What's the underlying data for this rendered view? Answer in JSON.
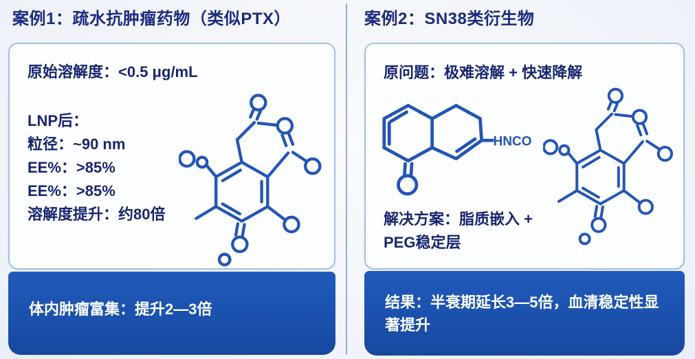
{
  "panel1": {
    "title": "案例1：疏水抗肿瘤药物（类似PTX）",
    "lines": [
      "原始溶解度：<0.5 μg/mL",
      "LNP后：",
      "粒径：~90 nm",
      "EE%：>85%",
      "EE%：>85%",
      "溶解度提升：约80倍"
    ],
    "footer": "体内肿瘤富集：提升2—3倍"
  },
  "panel2": {
    "title": "案例2：SN38类衍生物",
    "problem": "原问题：极难溶解 + 快速降解",
    "solution": [
      "解决方案：脂质嵌入 +",
      "PEG稳定层"
    ],
    "structure_label": "HNCO",
    "footer": "结果：半衰期延长3—5倍，血清稳定性显著提升"
  },
  "colors": {
    "accent_blue": "#1c53b0",
    "structure_blue": "#2355b5",
    "text_navy": "#17266f",
    "card_border": "#a4c0e8"
  }
}
